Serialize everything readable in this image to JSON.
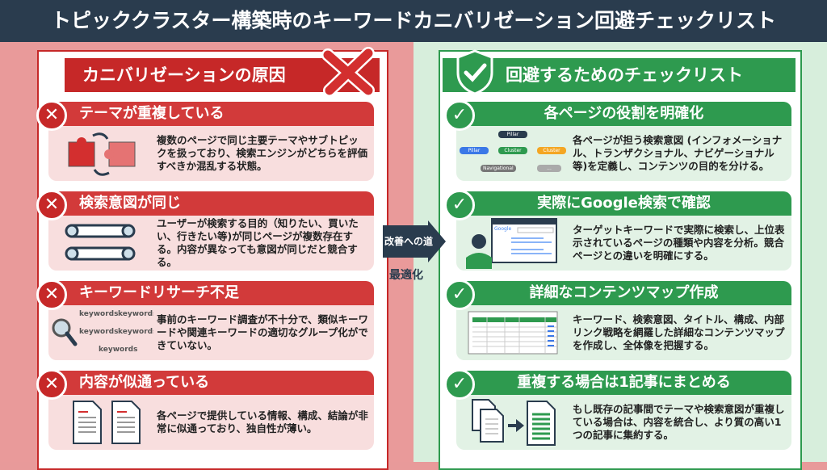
{
  "title": "トピッククラスター構築時のキーワードカニバリゼーション回避チェックリスト",
  "colors": {
    "title_bg": "#2a3c4e",
    "problem": "#c62828",
    "solution": "#2e9a4f"
  },
  "left": {
    "heading": "カニバリゼーションの原因",
    "heading_icon": "big-x-icon",
    "items": [
      {
        "title": "テーマが重複している",
        "text": "複数のページで同じ主要テーマやサブトピックを扱っており、検索エンジンがどちらを評価すべきか混乱する状態。",
        "icon": "puzzle-swap-icon"
      },
      {
        "title": "検索意図が同じ",
        "text": "ユーザーが検索する目的（知りたい、買いたい、行きたい等)が同じページが複数存在する。内容が異なっても意図が同じだと競合する。",
        "icon": "search-bars-icon"
      },
      {
        "title": "キーワードリサーチ不足",
        "text": "事前のキーワード調査が不十分で、類似キーワードや関連キーワードの適切なグループ化ができていない。",
        "icon": "keywords-magnifier-icon",
        "keyword_word": "keywords"
      },
      {
        "title": "内容が似通っている",
        "text": "各ページで提供している情報、構成、結論が非常に似通っており、独自性が薄い。",
        "icon": "duplicate-documents-icon"
      }
    ]
  },
  "center": {
    "arrow_label": "改善への道",
    "sub_label": "最適化"
  },
  "right": {
    "heading": "回避するためのチェックリスト",
    "heading_icon": "shield-check-icon",
    "items": [
      {
        "title": "各ページの役割を明確化",
        "text": "各ページが担う検索意図 (インフォメーショナル、トランザクショナル、ナビゲーショナル等)を定義し、コンテンツの目的を分ける。",
        "icon": "hierarchy-diagram-icon",
        "diagram": {
          "root": "Pillar",
          "children": [
            "Pillar",
            "Cluster",
            "Cluster"
          ],
          "leaves": [
            "Navigational",
            "..."
          ]
        }
      },
      {
        "title": "実際にGoogle検索で確認",
        "text": "ターゲットキーワードで実際に検索し、上位表示されているページの種類や内容を分析。競合ページとの違いを明確にする。",
        "icon": "person-browser-icon",
        "brand": "Google"
      },
      {
        "title": "詳細なコンテンツマップ作成",
        "text": "キーワード、検索意図、タイトル、構成、内部リンク戦略を網羅した詳細なコンテンツマップを作成し、全体像を把握する。",
        "icon": "spreadsheet-icon"
      },
      {
        "title": "重複する場合は1記事にまとめる",
        "text": "もし既存の記事間でテーマや検索意図が重複している場合は、内容を統合し、より質の高い1つの記事に集約する。",
        "icon": "merge-documents-icon"
      }
    ]
  }
}
